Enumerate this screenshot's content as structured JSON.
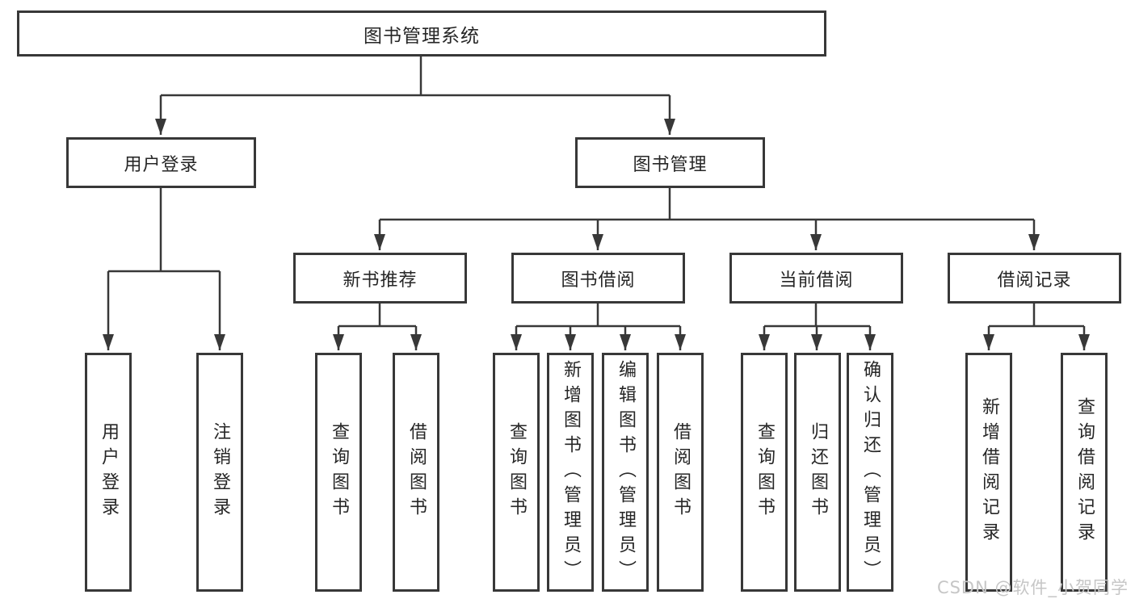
{
  "diagram_title": "图书管理系统",
  "watermark": "CSDN @软件_小贺同学",
  "colors": {
    "line": "#383838",
    "box_border": "#383838",
    "box_fill": "#ffffff",
    "text": "#262626",
    "watermark": "#c6c6c6",
    "background": "#ffffff"
  },
  "tree": {
    "root": {
      "label": "图书管理系统"
    },
    "branches": [
      {
        "label": "用户登录",
        "children": [
          {
            "label": "用户登录"
          },
          {
            "label": "注销登录"
          }
        ]
      },
      {
        "label": "图书管理",
        "children": [
          {
            "label": "新书推荐",
            "children": [
              {
                "label": "查询图书"
              },
              {
                "label": "借阅图书"
              }
            ]
          },
          {
            "label": "图书借阅",
            "children": [
              {
                "label": "查询图书"
              },
              {
                "label": "新增图书（管理员）"
              },
              {
                "label": "编辑图书（管理员）"
              },
              {
                "label": "借阅图书"
              }
            ]
          },
          {
            "label": "当前借阅",
            "children": [
              {
                "label": "查询图书"
              },
              {
                "label": "归还图书"
              },
              {
                "label": "确认归还（管理员）"
              }
            ]
          },
          {
            "label": "借阅记录",
            "children": [
              {
                "label": "新增借阅记录"
              },
              {
                "label": "查询借阅记录"
              }
            ]
          }
        ]
      }
    ]
  }
}
